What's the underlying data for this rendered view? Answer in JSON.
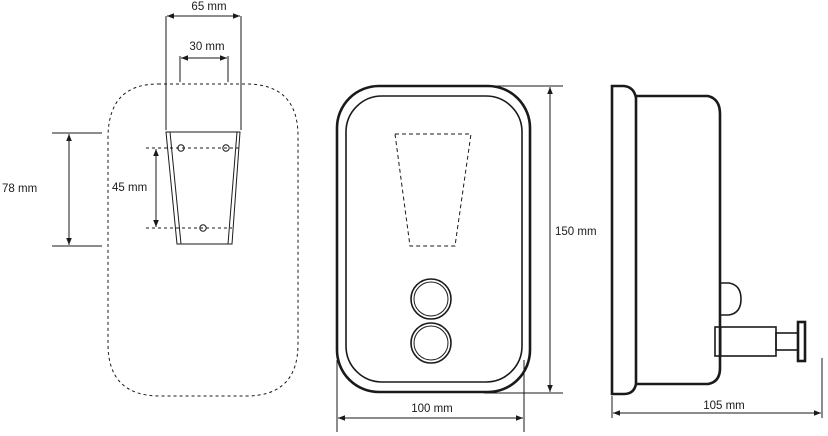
{
  "dimensions": {
    "mount_width": "65 mm",
    "hole_spacing_horizontal": "30 mm",
    "mount_height": "78 mm",
    "hole_spacing_vertical": "45 mm",
    "body_height": "150 mm",
    "body_width": "100 mm",
    "depth": "105 mm"
  },
  "colors": {
    "line": "#1a1a1a",
    "background": "#ffffff"
  }
}
